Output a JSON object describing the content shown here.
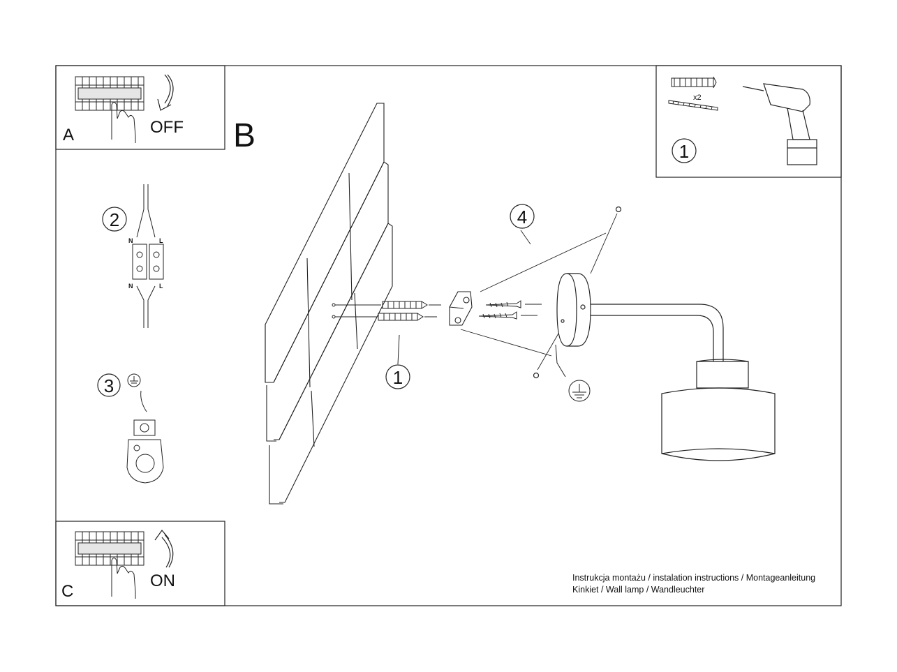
{
  "panels": {
    "a": {
      "letter": "A",
      "action": "OFF"
    },
    "b": {
      "letter": "B"
    },
    "c": {
      "letter": "C",
      "action": "ON"
    }
  },
  "tools": {
    "step": "1",
    "quantity": "x2"
  },
  "steps": {
    "wiring": {
      "step": "2",
      "neutral": "N",
      "live": "L"
    },
    "ground": {
      "step": "3"
    },
    "mount": {
      "step": "1"
    },
    "lamp": {
      "step": "4"
    }
  },
  "footer": {
    "line1": "Instrukcja montażu / instalation instructions / Montageanleitung",
    "line2": "Kinkiet / Wall lamp / Wandleuchter"
  }
}
